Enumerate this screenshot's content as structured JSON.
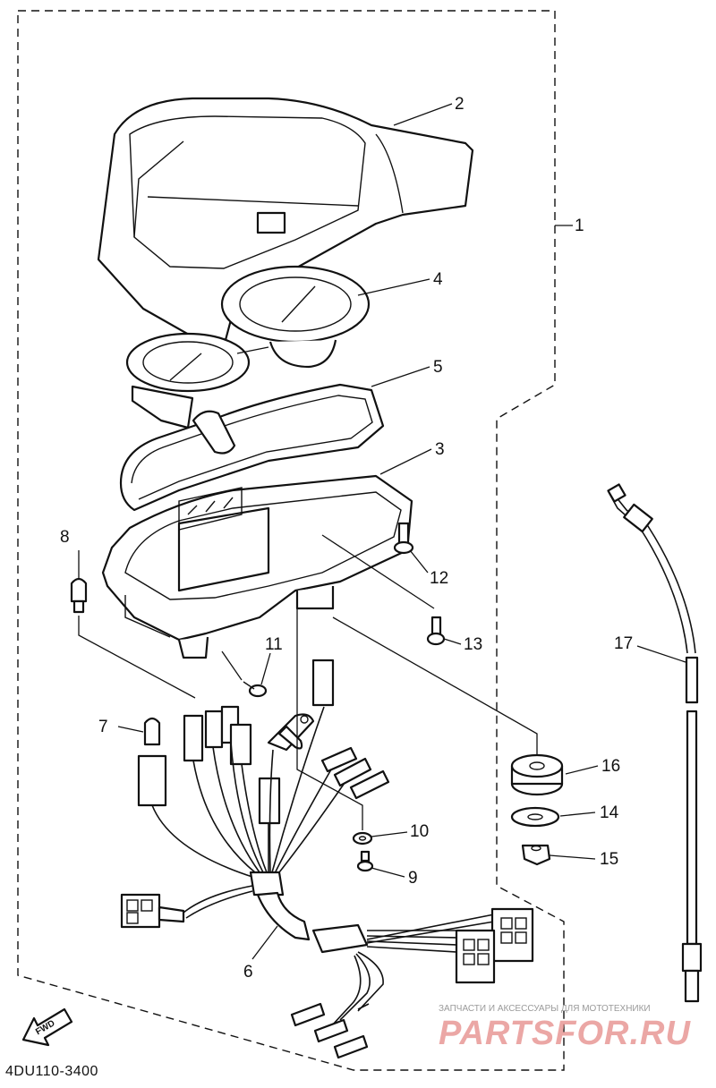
{
  "diagram": {
    "drawing_code": "4DU110-3400",
    "fwd_label": "FWD",
    "watermark": {
      "line1": "ЗАПЧАСТИ И АКСЕССУАРЫ ДЛЯ МОТОТЕХНИКИ",
      "line2": "PARTSFOR.RU"
    },
    "callouts": {
      "c1": "1",
      "c2": "2",
      "c3": "3",
      "c4": "4",
      "c5": "5",
      "c6": "6",
      "c7": "7",
      "c8": "8",
      "c9": "9",
      "c10": "10",
      "c11": "11",
      "c12": "12",
      "c13": "13",
      "c14": "14",
      "c15": "15",
      "c16": "16",
      "c17": "17"
    }
  }
}
